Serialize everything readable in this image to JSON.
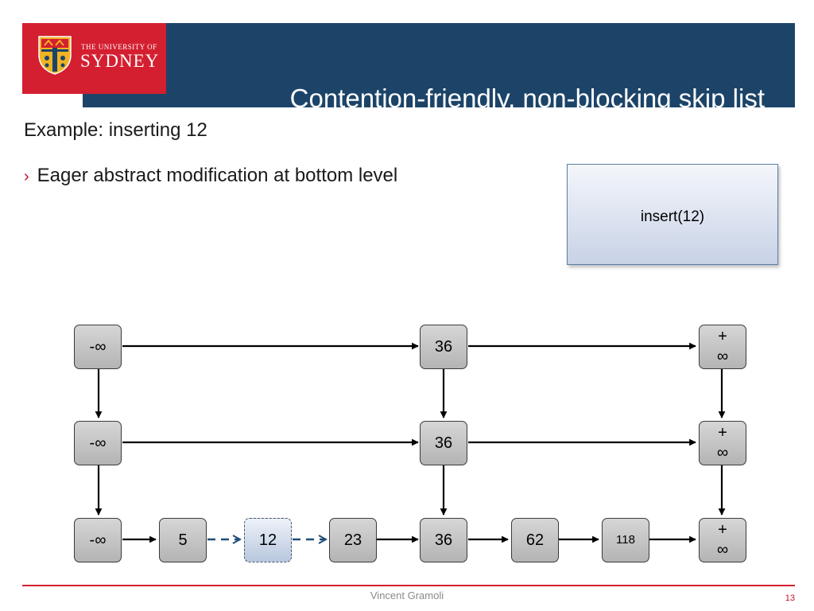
{
  "header": {
    "title": "Contention-friendly, non-blocking skip list",
    "logo": {
      "line1": "THE UNIVERSITY OF",
      "line2": "SYDNEY"
    }
  },
  "content": {
    "example": "Example: inserting 12",
    "bullet_mark": "›",
    "bullet": "Eager abstract modification at bottom level",
    "operation": "insert(12)"
  },
  "diagram": {
    "top_level": [
      "-∞",
      "36",
      "+\n∞"
    ],
    "middle_level": [
      "-∞",
      "36",
      "+\n∞"
    ],
    "bottom_level": [
      "-∞",
      "5",
      "12",
      "23",
      "36",
      "62",
      "118",
      "+\n∞"
    ]
  },
  "footer": {
    "author": "Vincent Gramoli",
    "page": "13"
  },
  "colors": {
    "header_bar": "#1c4468",
    "logo_red": "#d41f30",
    "pending_link": "#1f4e79"
  }
}
